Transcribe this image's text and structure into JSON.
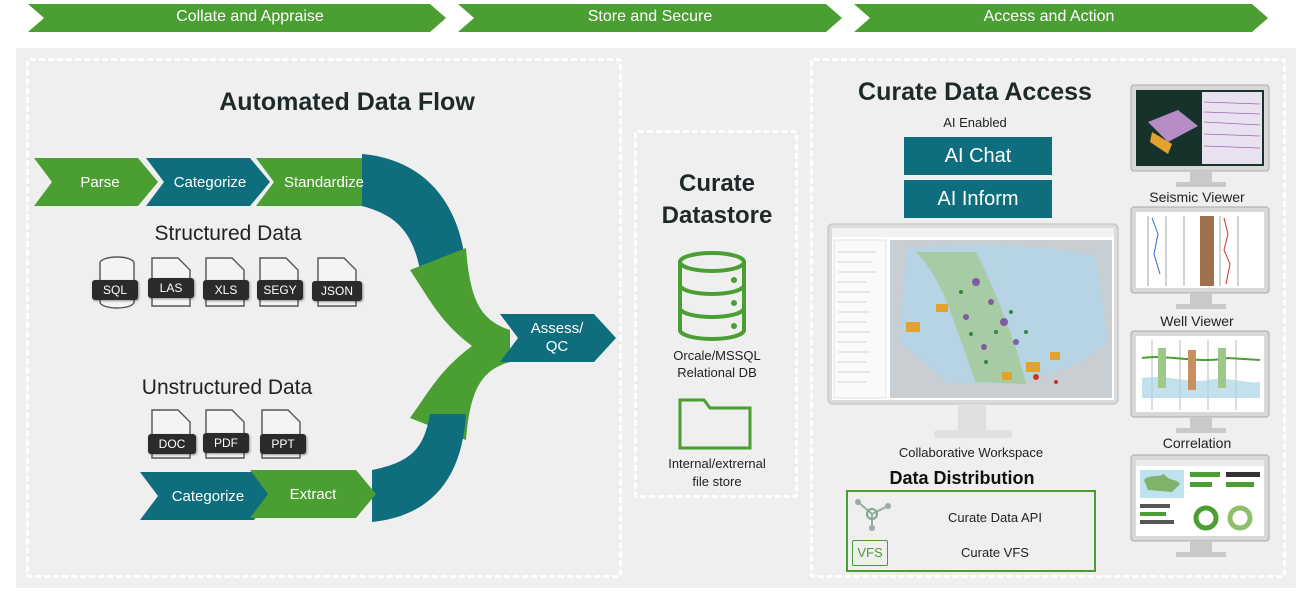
{
  "banner": {
    "steps": [
      "Collate and Appraise",
      "Store and Secure",
      "Access and Action"
    ],
    "color": "#4a9e32"
  },
  "flow": {
    "title": "Automated Data Flow",
    "top_steps": [
      "Parse",
      "Categorize",
      "Standardize"
    ],
    "structured_label": "Structured Data",
    "structured_types": [
      "SQL",
      "LAS",
      "XLS",
      "SEGY",
      "JSON"
    ],
    "unstructured_label": "Unstructured Data",
    "unstructured_types": [
      "DOC",
      "PDF",
      "PPT"
    ],
    "bottom_steps": [
      "Categorize",
      "Extract"
    ],
    "assess": "Assess/ QC"
  },
  "datastore": {
    "title_line1": "Curate",
    "title_line2": "Datastore",
    "db_label_line1": "Orcale/MSSQL",
    "db_label_line2": "Relational DB",
    "file_label_line1": "Internal/extrernal",
    "file_label_line2": "file store"
  },
  "access": {
    "title": "Curate Data Access",
    "ai_enabled": "AI Enabled",
    "ai_chat": "AI Chat",
    "ai_inform": "AI Inform",
    "workspace_label": "Collaborative Workspace",
    "distribution_title": "Data Distribution",
    "api_label": "Curate Data API",
    "vfs_icon_text": "VFS",
    "vfs_label": "Curate VFS",
    "viewers": [
      "Seismic Viewer",
      "Well Viewer",
      "Correlation"
    ]
  },
  "colors": {
    "green": "#4a9e32",
    "teal": "#0e6e7e",
    "panel": "#efefef"
  }
}
